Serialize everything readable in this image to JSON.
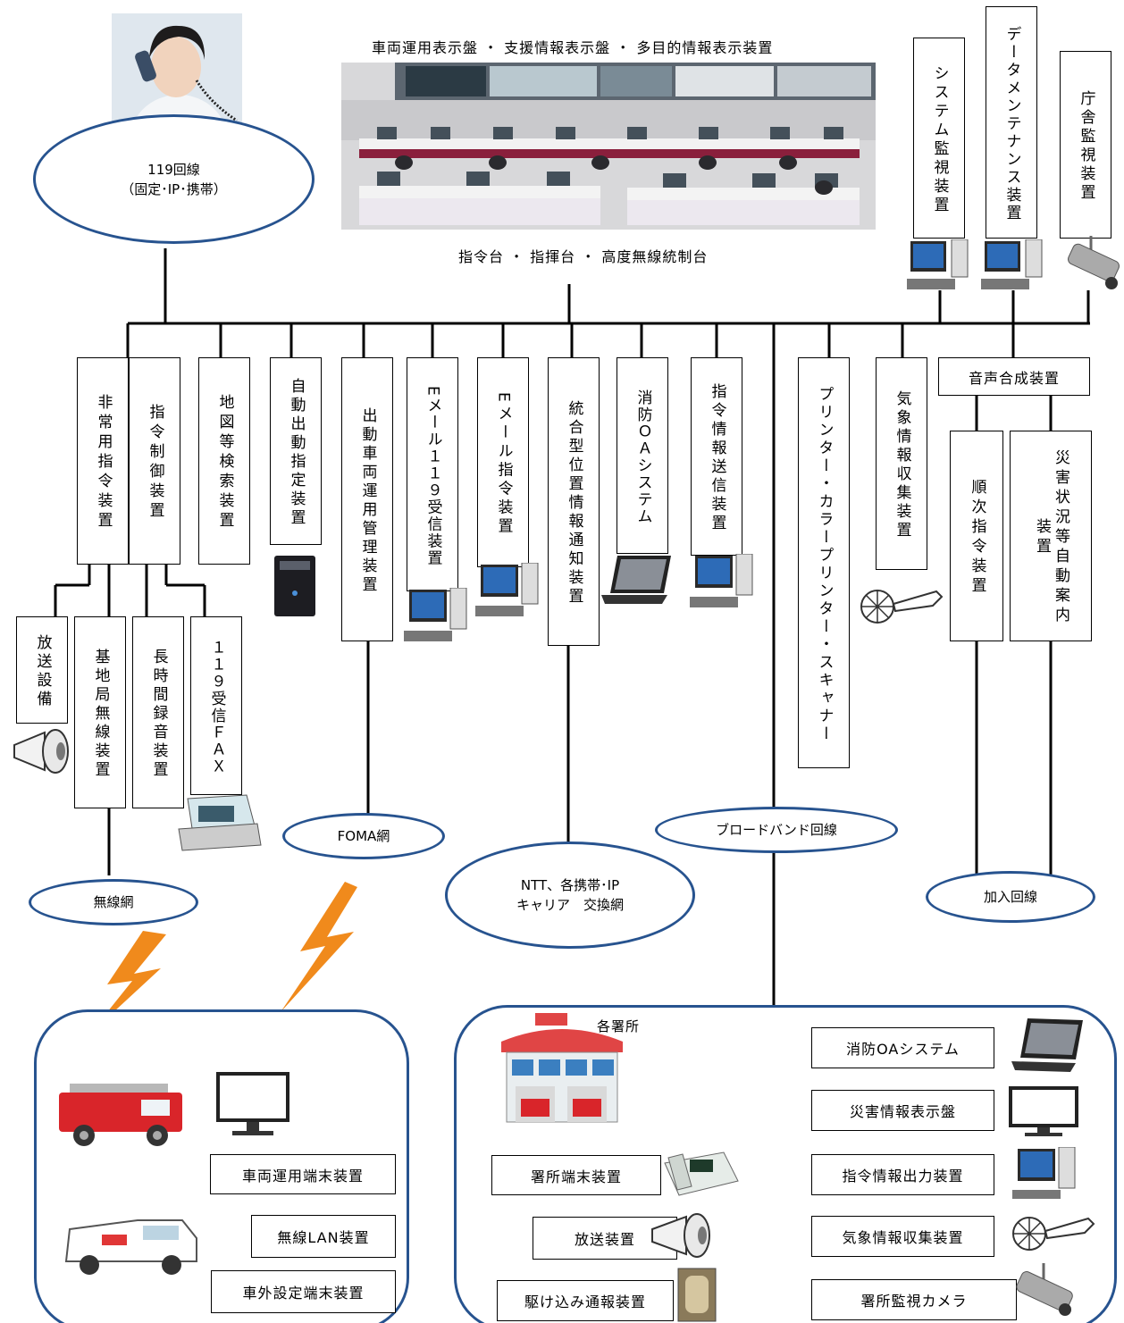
{
  "top": {
    "display_caption": "車両運用表示盤 ・ 支援情報表示盤 ・ 多目的情報表示装置",
    "console_caption": "指令台 ・ 指揮台 ・ 高度無線統制台"
  },
  "ovals": {
    "line119_1": "119回線",
    "line119_2": "（固定･IP･携帯）",
    "radio_net": "無線網",
    "foma": "FOMA網",
    "ntt_1": "NTT、各携帯･IP",
    "ntt_2": "キャリア　交換網",
    "broadband": "ブロードバンド回線",
    "subscriber": "加入回線"
  },
  "upper_right": [
    {
      "label": "システム監視装置"
    },
    {
      "label": "データメンテナンス装置"
    },
    {
      "label": "庁舎監視装置"
    }
  ],
  "devices": [
    {
      "label": "非常用指令装置"
    },
    {
      "label": "指令制御装置"
    },
    {
      "label": "地図等検索装置"
    },
    {
      "label": "自動出動指定装置"
    },
    {
      "label": "出動車両運用管理装置"
    },
    {
      "label": "Eメール１１９受信装置"
    },
    {
      "label": "Eメール指令装置"
    },
    {
      "label": "統合型位置情報通知装置"
    },
    {
      "label": "消防ＯＡシステム"
    },
    {
      "label": "指令情報送信装置"
    },
    {
      "label": "プリンター・カラープリンター・スキャナー"
    },
    {
      "label": "気象情報収集装置"
    }
  ],
  "voice_synth": "音声合成装置",
  "voice_children": [
    {
      "label": "順次指令装置"
    },
    {
      "label": "災害状況等自動案内装置"
    }
  ],
  "sub_devices": [
    {
      "label": "放送設備"
    },
    {
      "label": "基地局無線装置"
    },
    {
      "label": "長時間録音装置"
    },
    {
      "label": "１１９受信ＦＡＸ"
    }
  ],
  "vehicle_panel": {
    "terminal": "車両運用端末装置",
    "wlan": "無線LAN装置",
    "outside": "車外設定端末装置"
  },
  "station_panel": {
    "title": "各署所",
    "terminal": "署所端末装置",
    "broadcast": "放送装置",
    "rush_in": "駆け込み通報装置",
    "right": [
      {
        "label": "消防OAシステム"
      },
      {
        "label": "災害情報表示盤"
      },
      {
        "label": "指令情報出力装置"
      },
      {
        "label": "気象情報収集装置"
      },
      {
        "label": "署所監視カメラ"
      }
    ]
  },
  "colors": {
    "oval_border": "#27538f",
    "bolt": "#f08a1c",
    "firetruck": "#d9252a"
  }
}
